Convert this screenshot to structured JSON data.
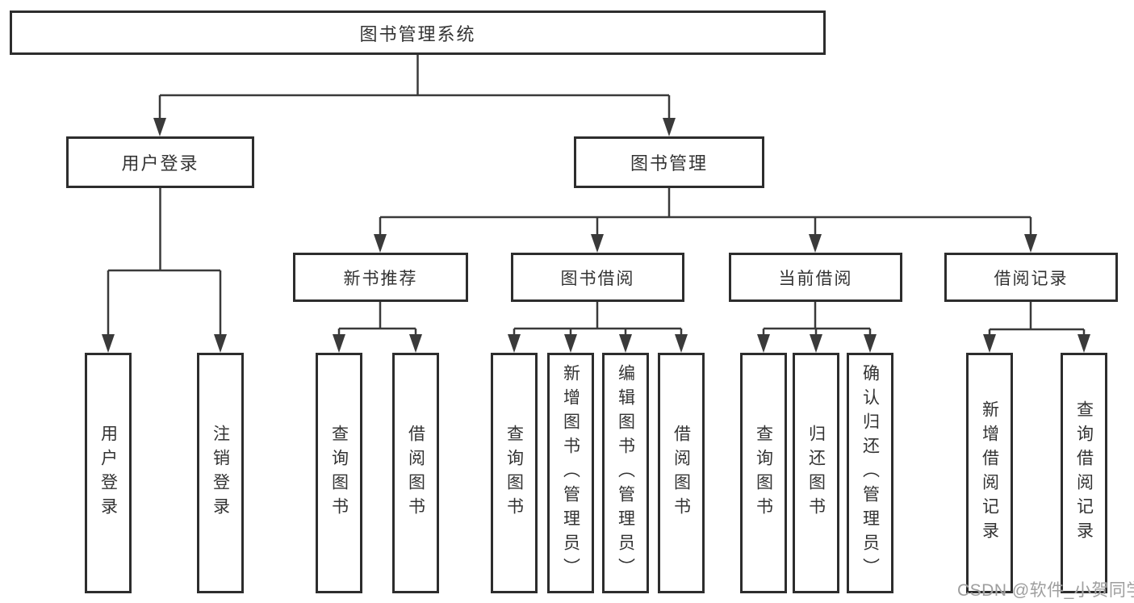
{
  "diagram": {
    "type": "hierarchy-tree",
    "colors": {
      "line": "#3a3a3a",
      "box_border": "#2d2d2d",
      "box_background": "#ffffff",
      "text": "#333333",
      "watermark": "#9e9e9e"
    }
  },
  "tree": {
    "root": {
      "label": "图书管理系统"
    },
    "branches": [
      {
        "label": "用户登录",
        "children": [
          {
            "label": "用户登录"
          },
          {
            "label": "注销登录"
          }
        ]
      },
      {
        "label": "图书管理",
        "children": [
          {
            "label": "新书推荐",
            "children": [
              {
                "label": "查询图书"
              },
              {
                "label": "借阅图书"
              }
            ]
          },
          {
            "label": "图书借阅",
            "children": [
              {
                "label": "查询图书"
              },
              {
                "label": "新增图书（管理员）"
              },
              {
                "label": "编辑图书（管理员）"
              },
              {
                "label": "借阅图书"
              }
            ]
          },
          {
            "label": "当前借阅",
            "children": [
              {
                "label": "查询图书"
              },
              {
                "label": "归还图书"
              },
              {
                "label": "确认归还（管理员）"
              }
            ]
          },
          {
            "label": "借阅记录",
            "children": [
              {
                "label": "新增借阅记录"
              },
              {
                "label": "查询借阅记录"
              }
            ]
          }
        ]
      }
    ]
  },
  "watermark": {
    "text": "CSDN @软件_小贺同学"
  }
}
